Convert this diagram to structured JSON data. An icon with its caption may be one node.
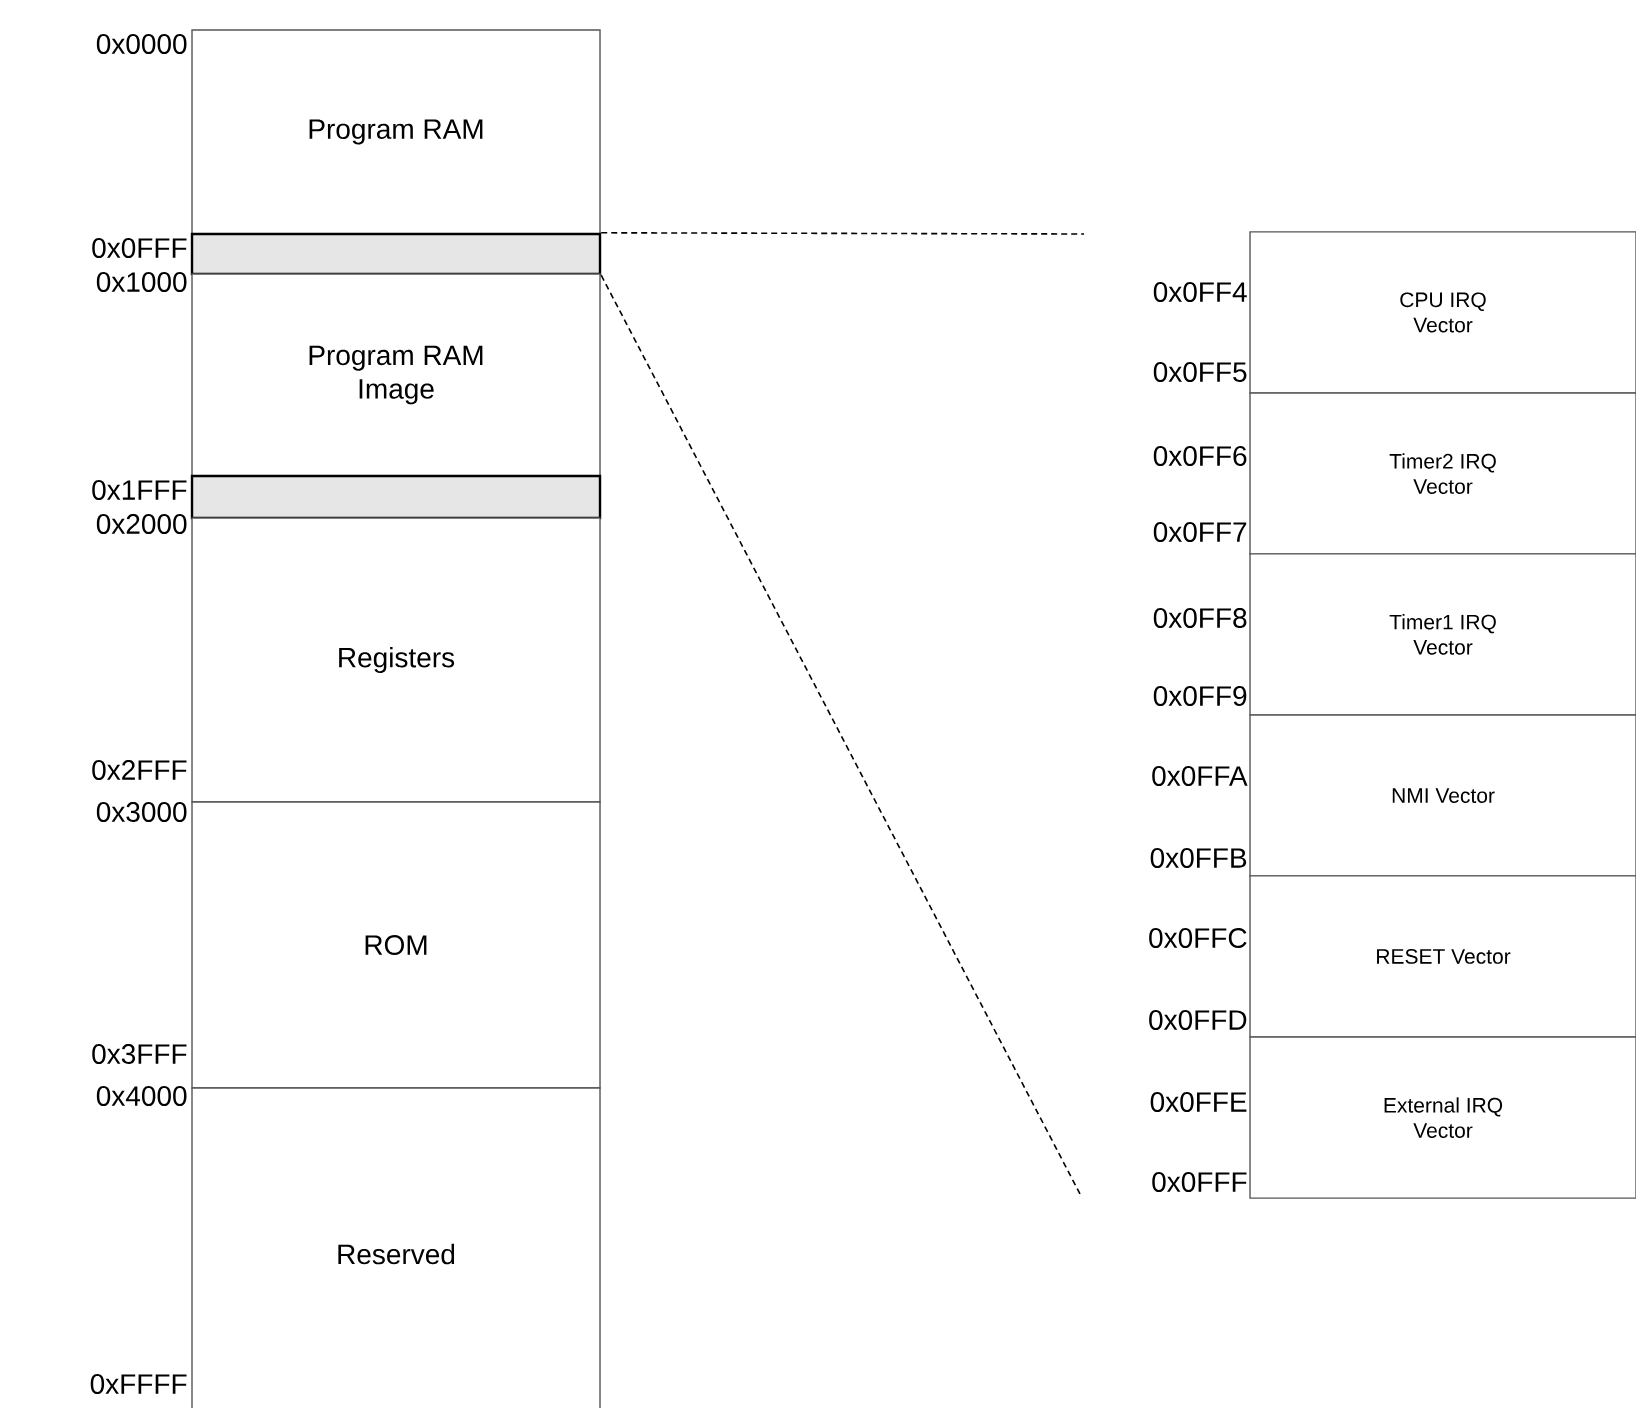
{
  "diagram": {
    "nodes": [
      {
        "text": [
          "Program RAM"
        ]
      },
      {
        "text": [],
        "shape": "box"
      },
      {
        "text": [
          "Program RAM Image"
        ]
      },
      {
        "text": [],
        "shape": "box"
      },
      {
        "text": [
          "Registers"
        ]
      },
      {
        "text": [
          "ROM"
        ]
      },
      {
        "text": [
          "Reserved"
        ]
      },
      {
        "text": [
          "CPU IRQ Vector"
        ]
      },
      {
        "text": [
          "Timer2 IRQ Vector"
        ]
      },
      {
        "text": [
          "Timer1 IRQ Vector"
        ]
      },
      {
        "text": [
          "NMI Vector"
        ]
      },
      {
        "text": [
          "RESET Vector"
        ]
      },
      {
        "text": [
          "External IRQ Vector"
        ]
      }
    ],
    "edges": [
      {
        "from": 1,
        "to": null,
        "arrow": "none",
        "style": "dashed"
      },
      {
        "from": 1,
        "to": null,
        "arrow": "none",
        "style": "dashed"
      }
    ],
    "labels": [
      "0x0000",
      "0x0FFF",
      "0x1000",
      "0x1FFF",
      "0x2000",
      "0x2FFF",
      "0x3000",
      "0x3FFF",
      "0x4000",
      "0xFFFF",
      "0x0FF4",
      "0x0FF5",
      "0x0FF6",
      "0x0FF7",
      "0x0FF8",
      "0x0FF9",
      "0x0FFA",
      "0x0FFB",
      "0x0FFC",
      "0x0FFD",
      "0x0FFE",
      "0x0FFF"
    ]
  }
}
